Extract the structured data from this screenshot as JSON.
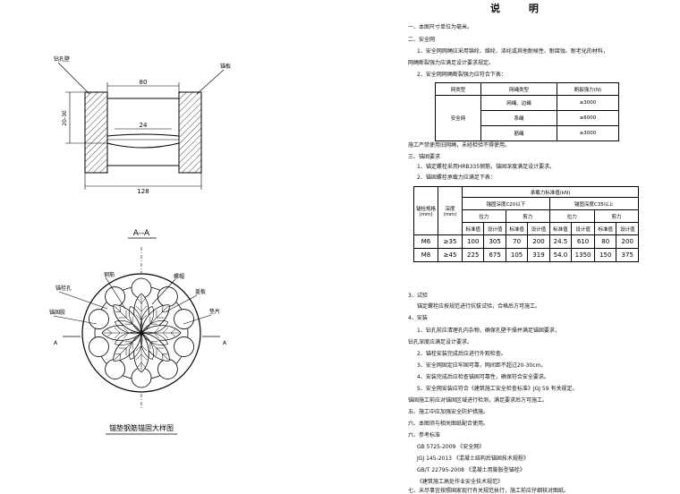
{
  "section_view": {
    "left_label": "钻孔壁",
    "right_label": "锚板",
    "dim_top": "80",
    "dim_mid": "24",
    "dim_bottom": "128",
    "dim_side": "20-30",
    "section_label": "A--A"
  },
  "plan_view": {
    "labels": [
      "锚栓孔",
      "锚固胶",
      "钢筋",
      "螺帽",
      "盖板",
      "垫片"
    ],
    "marker_a": "A",
    "caption": "锚垫钢筋锚固大样图"
  },
  "notes": {
    "title": "说  明",
    "lines": [
      "一、本图尺寸单位为毫米。",
      "二、安全网",
      "1、安全网网绳应采用锦纶、维纶、涤纶或其他耐候性、耐腐蚀、耐老化的材料，",
      "网绳断裂强力应满足设计要求规定。",
      "2、安全网网绳断裂强力应符合下表："
    ],
    "line_after_table1": "施工严禁使用旧网绳，未经检验不得使用。",
    "section3": [
      "三、锚固要求",
      "1、锚定螺栓采用HRB335钢筋，锚固深度满足设计要求。",
      "2、锚固螺栓承载力应满足下表："
    ],
    "section4": [
      "3、试验",
      "锚定螺栓应按规范进行抗拔试验，合格后方可施工。",
      "4、安装"
    ],
    "install": [
      "1、钻孔前应清理孔内杂物，确保孔壁干燥并满足锚固要求，",
      "钻孔深度应满足设计要求。",
      "2、锚栓安装完成后应进行外观检查。",
      "3、安全网固定应牢固可靠，网间距不超过20-30cm。",
      "4、安装完成后应检查锚固可靠性，确保符合安全要求。",
      "5、安全网安装应符合《建筑施工安全检查标准》JGJ 59 有关规定。",
      "锚固施工前应对锚固区域进行检测，满足要求后方可施工。"
    ],
    "section5": "五、施工中应加强安全防护措施。",
    "section6": "六、本图须与相关图纸配合使用。",
    "refs_title": "六、参考标准",
    "refs": [
      "GB 5725-2009 《安全网》",
      "JGJ 145-2013 《混凝土结构后锚固技术规程》",
      "GB/T 22795-2008 《混凝土用膨胀型锚栓》",
      "《建筑施工高处作业安全技术规范》"
    ],
    "section7": "七、未尽事宜按照国家现行有关规范执行，施工前应仔细核对图纸。"
  },
  "table1": {
    "headers": [
      "网类型",
      "网绳类型",
      "断裂强力(N)"
    ],
    "group": "安全网",
    "rows": [
      [
        "网绳、边绳",
        "≥3000"
      ],
      [
        "系绳",
        "≥6000"
      ],
      [
        "筋绳",
        "≥3000"
      ]
    ]
  },
  "table2": {
    "head_left1": "锚栓规格",
    "head_left1b": "(mm)",
    "head_left2": "深度",
    "head_left2b": "(mm)",
    "head_top": "承载力标准值(kN)",
    "head_c1": "锚固深度C20以下",
    "head_c2": "锚固深度C35以上",
    "sub": [
      "拉力",
      "剪力",
      "拉力",
      "剪力"
    ],
    "subsub": [
      "标准值",
      "设计值",
      "标准值",
      "设计值",
      "标准值",
      "设计值",
      "标准值",
      "设计值"
    ],
    "rows": [
      [
        "M6",
        "≥35",
        "100",
        "305",
        "70",
        "200",
        "24.5",
        "610",
        "80",
        "200"
      ],
      [
        "M8",
        "≥45",
        "225",
        "675",
        "105",
        "319",
        "54.0",
        "1350",
        "150",
        "375"
      ]
    ]
  }
}
